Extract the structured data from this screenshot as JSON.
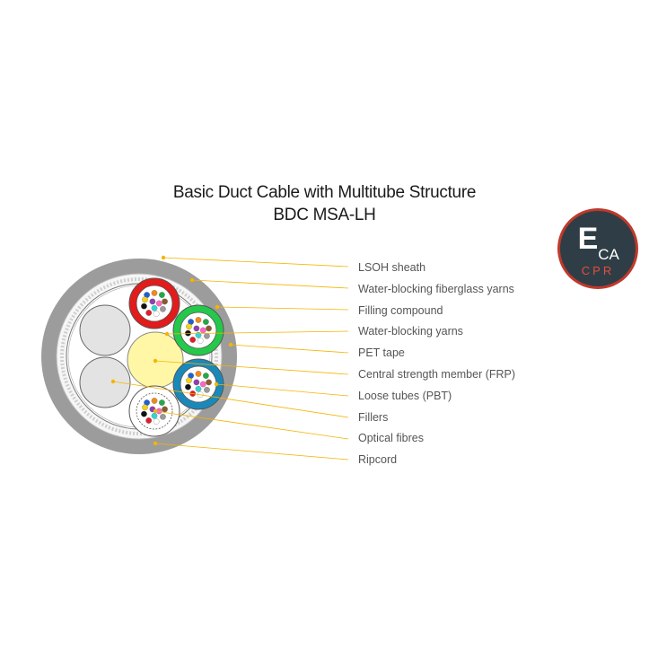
{
  "title": {
    "line1": "Basic Duct Cable with Multitube Structure",
    "line2": "BDC MSA-LH"
  },
  "badge": {
    "big_letter": "E",
    "small_letters": "CA",
    "bottom": "CPR",
    "colors": {
      "fill": "#2f3e46",
      "ring": "#c0392b",
      "accent": "#e74c3c",
      "text": "#ffffff"
    }
  },
  "labels": [
    "LSOH sheath",
    "Water-blocking fiberglass yarns",
    "Filling compound",
    "Water-blocking yarns",
    "PET tape",
    "Central strength member (FRP)",
    "Loose tubes (PBT)",
    "Fillers",
    "Optical fibres",
    "Ripcord"
  ],
  "colors": {
    "sheath": "#9c9c9c",
    "filler": "#e3e3e3",
    "tube_red": "#e21b1b",
    "tube_green": "#25c84a",
    "tube_blue": "#1a88b8",
    "csm": "#fff7a6",
    "leader": "#f5b400",
    "fibre_colors": [
      "#1f5fd6",
      "#f08a1a",
      "#26a84a",
      "#8b5a2b",
      "#9a9a9a",
      "#ffffff",
      "#e11d2a",
      "#111111",
      "#f2d21a",
      "#8e3fb0",
      "#ff66c4",
      "#2fd6d6"
    ]
  }
}
